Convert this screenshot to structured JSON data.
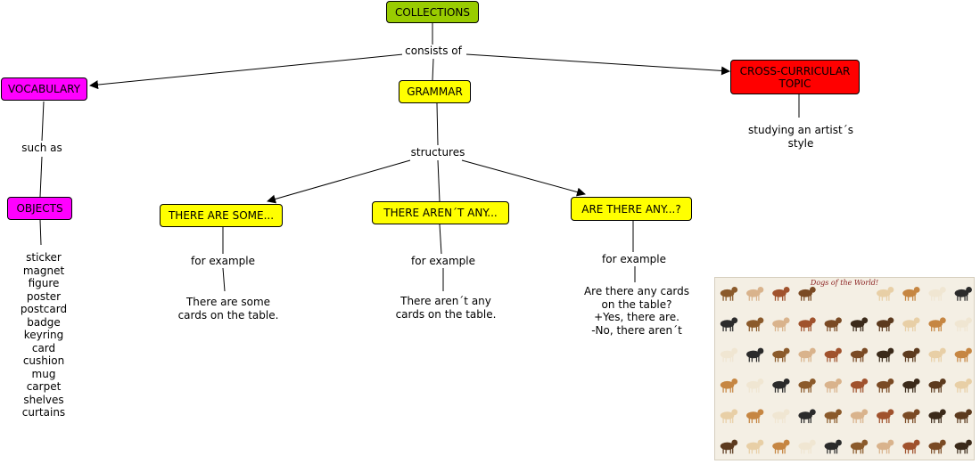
{
  "nodes": {
    "collections": "COLLECTIONS",
    "vocabulary": "VOCABULARY",
    "grammar": "GRAMMAR",
    "cross_curricular": "CROSS-CURRICULAR TOPIC",
    "objects": "OBJECTS",
    "there_are_some": "THERE ARE SOME...",
    "there_arent_any": "THERE AREN´T ANY...",
    "are_there_any": "ARE THERE ANY...?"
  },
  "linking_phrases": {
    "consists_of": "consists of",
    "such_as": "such as",
    "structures": "structures",
    "for_example_1": "for example",
    "for_example_2": "for example",
    "for_example_3": "for example"
  },
  "texts": {
    "artist_style": "studying an artist´s style",
    "example_some": "There are some cards on the table.",
    "example_arent": "There aren´t any cards on the table.",
    "example_question": [
      "Are there any cards",
      "on the table?",
      "+Yes, there are.",
      "-No, there aren´t"
    ]
  },
  "objects_list": [
    "sticker",
    "magnet",
    "figure",
    "poster",
    "postcard",
    "badge",
    "keyring",
    "card",
    "cushion",
    "mug",
    "carpet",
    "shelves",
    "curtains"
  ],
  "colors": {
    "root": "#99cc00",
    "vocab": "#ff00ff",
    "grammar": "#ffff00",
    "topic": "#ff0000",
    "line": "#000000"
  },
  "image": {
    "title": "Dogs of the World!"
  }
}
